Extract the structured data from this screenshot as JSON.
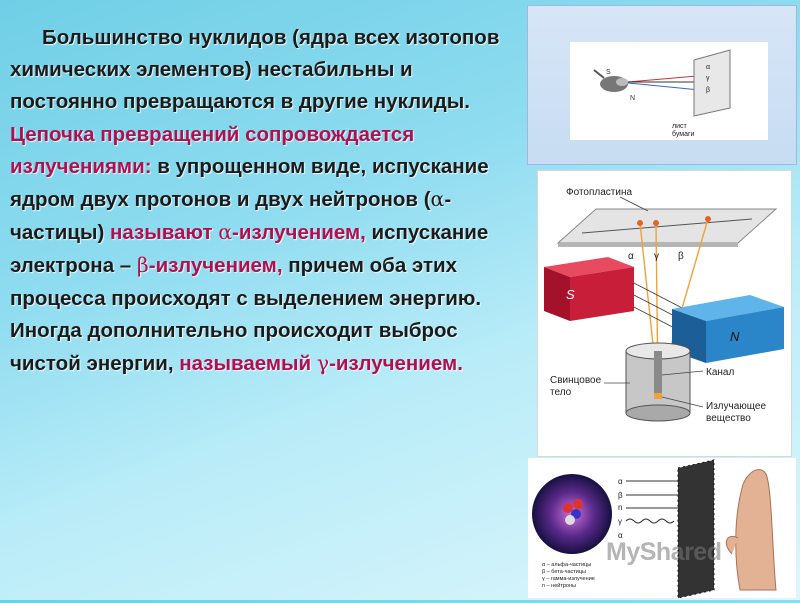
{
  "paragraph": {
    "s1": "Большинство нуклидов (ядра всех изотопов химических элементов) нестабильны и постоянно превращаются в другие нуклиды.",
    "s2_highlight": "Цепочка превращений сопровождается излучениями:",
    "s3": "в упрощенном виде, испускание ядром двух протонов и двух нейтронов (",
    "alpha_symbol": "α",
    "s4": "-частицы)",
    "s5_highlight_a": "называют",
    "alpha_symbol_2": "α",
    "s5_highlight_b": "-излучением,",
    "s6": "испускание электрона –",
    "beta_symbol": "β",
    "s7_highlight": "-излучением,",
    "s8": "причем оба этих процесса происходят с выделением энергию.",
    "s9": "Иногда дополнительно происходит выброс чистой энергии,",
    "s10_highlight": "называемый",
    "gamma_symbol": "γ",
    "s11_highlight": "-излучением."
  },
  "figure_top": {
    "paper_label_line1": "лист",
    "paper_label_line2": "бумаги",
    "labels": [
      "α",
      "γ",
      "β"
    ],
    "source_label": "N",
    "source_label_s": "S"
  },
  "figure_mid": {
    "photoplate_label": "Фотопластина",
    "ray_labels": [
      "α",
      "γ",
      "β"
    ],
    "magnet_s": "S",
    "magnet_n": "N",
    "lead_body_line1": "Свинцовое",
    "lead_body_line2": "тело",
    "channel_label": "Канал",
    "emitter_line1": "Излучающее",
    "emitter_line2": "вещество"
  },
  "figure_bottom": {
    "particle_labels": [
      "α",
      "β",
      "n",
      "γ",
      "α"
    ],
    "legend": [
      "α – альфа-частицы",
      "β – бета-частицы",
      "γ – гамма-излучение",
      "n – нейтроны"
    ]
  },
  "watermark": "MyShared",
  "colors": {
    "highlight": "#b0104f",
    "text": "#1b1b1b",
    "magnet_red": "#c81e3a",
    "magnet_blue": "#2a86c9"
  }
}
